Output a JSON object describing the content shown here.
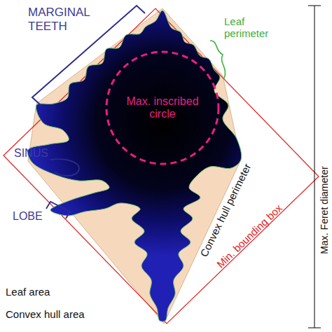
{
  "diagram": {
    "nodes": [
      {
        "text": [
          "Max. inscribed circle"
        ]
      }
    ],
    "labels": [
      "MARGINAL TEETH",
      "Leaf perimeter",
      "SINUS",
      "LOBE",
      "Convex hull perimeter",
      "Min. bounding box",
      "Max. Feret diameter",
      "Leaf area",
      "Convex hull area"
    ]
  }
}
